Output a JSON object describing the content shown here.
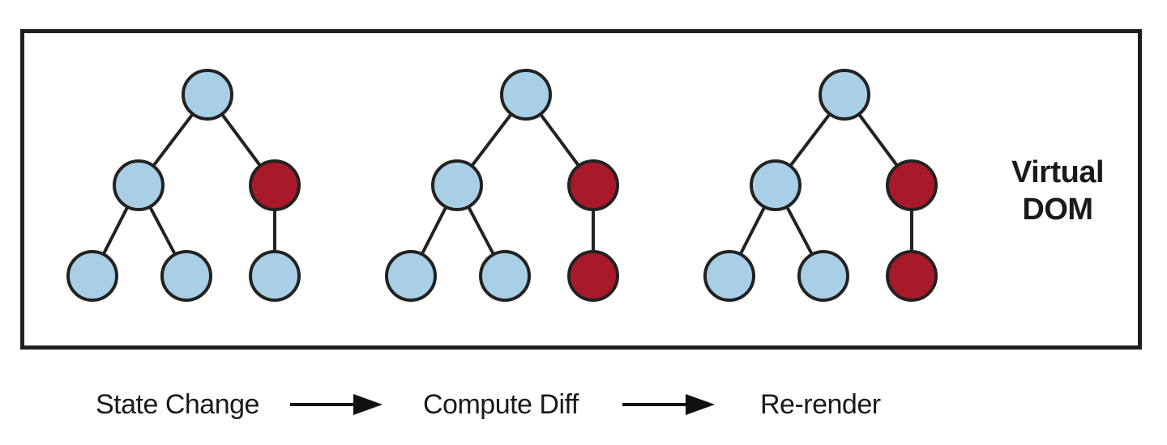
{
  "diagram": {
    "label_lines": [
      "Virtual",
      "DOM"
    ],
    "colors": {
      "unchanged_node": "#a9cfe7",
      "changed_node": "#a8192a",
      "outline": "#222222",
      "edge": "#222222"
    },
    "trees": [
      {
        "nodes": [
          {
            "id": "root",
            "state": "unchanged"
          },
          {
            "id": "left",
            "state": "unchanged"
          },
          {
            "id": "right",
            "state": "changed"
          },
          {
            "id": "left-left",
            "state": "unchanged"
          },
          {
            "id": "left-right",
            "state": "unchanged"
          },
          {
            "id": "right-child",
            "state": "unchanged"
          }
        ],
        "edges": [
          [
            "root",
            "left"
          ],
          [
            "root",
            "right"
          ],
          [
            "left",
            "left-left"
          ],
          [
            "left",
            "left-right"
          ],
          [
            "right",
            "right-child"
          ]
        ]
      },
      {
        "nodes": [
          {
            "id": "root",
            "state": "unchanged"
          },
          {
            "id": "left",
            "state": "unchanged"
          },
          {
            "id": "right",
            "state": "changed"
          },
          {
            "id": "left-left",
            "state": "unchanged"
          },
          {
            "id": "left-right",
            "state": "unchanged"
          },
          {
            "id": "right-child",
            "state": "changed"
          }
        ],
        "edges": [
          [
            "root",
            "left"
          ],
          [
            "root",
            "right"
          ],
          [
            "left",
            "left-left"
          ],
          [
            "left",
            "left-right"
          ],
          [
            "right",
            "right-child"
          ]
        ]
      },
      {
        "nodes": [
          {
            "id": "root",
            "state": "unchanged"
          },
          {
            "id": "left",
            "state": "unchanged"
          },
          {
            "id": "right",
            "state": "changed"
          },
          {
            "id": "left-left",
            "state": "unchanged"
          },
          {
            "id": "left-right",
            "state": "unchanged"
          },
          {
            "id": "right-child",
            "state": "changed"
          }
        ],
        "edges": [
          [
            "root",
            "left"
          ],
          [
            "root",
            "right"
          ],
          [
            "left",
            "left-left"
          ],
          [
            "left",
            "left-right"
          ],
          [
            "right",
            "right-child"
          ]
        ]
      }
    ]
  },
  "steps": [
    {
      "label": "State Change"
    },
    {
      "label": "Compute Diff"
    },
    {
      "label": "Re-render"
    }
  ],
  "arrows": [
    {
      "from": "State Change",
      "to": "Compute Diff",
      "icon": "right-arrow-icon"
    },
    {
      "from": "Compute Diff",
      "to": "Re-render",
      "icon": "right-arrow-icon"
    }
  ]
}
